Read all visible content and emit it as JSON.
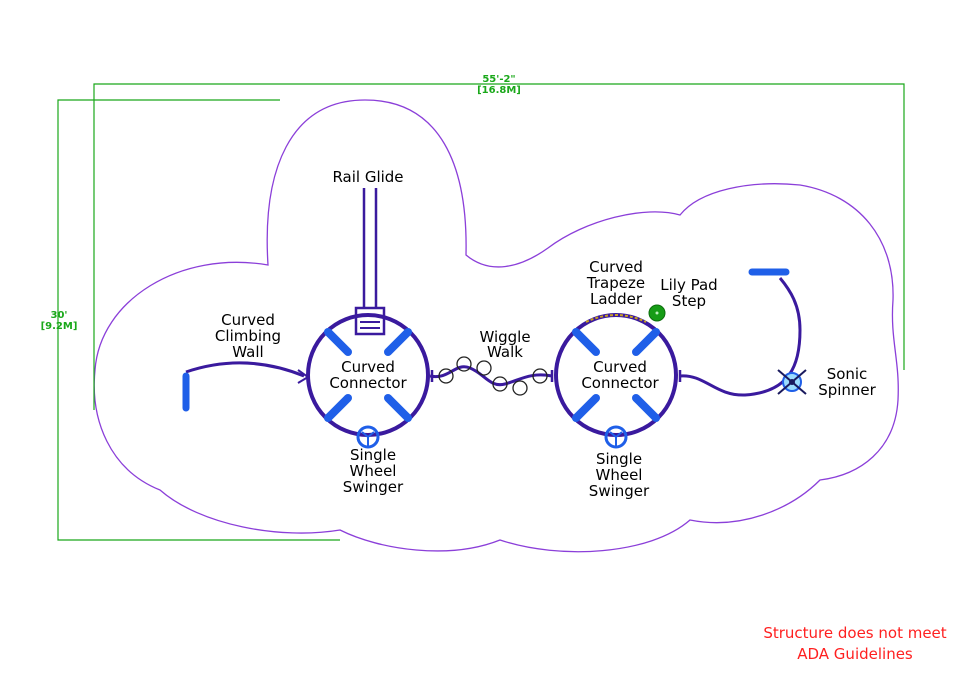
{
  "dimensions": {
    "width_ft": "55'-2\"",
    "width_m": "[16.8M]",
    "height_ft": "30'",
    "height_m": "[9.2M]"
  },
  "components": {
    "rail_glide": "Rail Glide",
    "climbing_wall": [
      "Curved",
      "Climbing",
      "Wall"
    ],
    "connector_left": [
      "Curved",
      "Connector"
    ],
    "connector_right": [
      "Curved",
      "Connector"
    ],
    "wiggle_walk": [
      "Wiggle",
      "Walk"
    ],
    "trapeze_ladder": [
      "Curved",
      "Trapeze",
      "Ladder"
    ],
    "lily_pad": [
      "Lily Pad",
      "Step"
    ],
    "sonic_spinner": [
      "Sonic",
      "Spinner"
    ],
    "swinger_left": [
      "Single",
      "Wheel",
      "Swinger"
    ],
    "swinger_right": [
      "Single",
      "Wheel",
      "Swinger"
    ]
  },
  "note": [
    "Structure does not meet",
    "ADA Guidelines"
  ],
  "colors": {
    "structure": "#3a1a9e",
    "panel": "#1f5fe8",
    "boundary": "#8b3fd9",
    "dimension": "#1aa81a",
    "note": "#ff2020",
    "lily_pad": "#169c16"
  }
}
